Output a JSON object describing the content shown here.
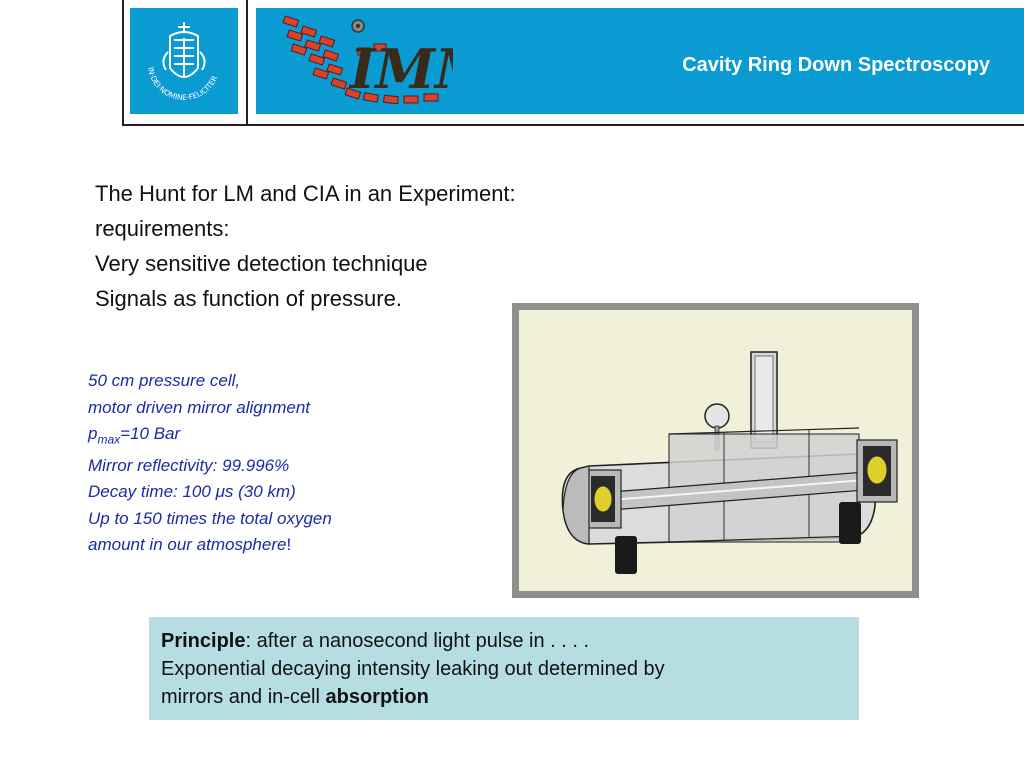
{
  "header": {
    "title": "Cavity Ring Down Spectroscopy",
    "university_logo_text": "IN DEI NOMINE FELICITER",
    "institute_logo_text": "IMM",
    "logo_bg_color": "#0a9bd3"
  },
  "intro": {
    "lines": [
      "The Hunt for LM and CIA in an Experiment:",
      "requirements:",
      "Very sensitive detection technique",
      "Signals as function of pressure."
    ]
  },
  "specs": {
    "line1": "50 cm pressure cell,",
    "line2": "motor driven mirror alignment",
    "pmax_p": "p",
    "pmax_sub": "max",
    "pmax_value": "=10 Bar",
    "line4": "Mirror reflectivity:  99.996%",
    "line5_a": "Decay time: 100 ",
    "line5_mu": "μ",
    "line5_b": "s (30 km)",
    "line6": "Up to 150 times the total oxygen",
    "line7_a": "amount in our atmosphere",
    "line7_b": "!",
    "text_color": "#1c2aa8"
  },
  "principle": {
    "label": "Principle",
    "colon_text": ":  after a nanosecond light pulse in . . . .",
    "line2": "Exponential decaying intensity leaking out determined by",
    "line3_a": "mirrors and in-cell ",
    "line3_b": "absorption",
    "bg_color": "#b5dde2"
  }
}
